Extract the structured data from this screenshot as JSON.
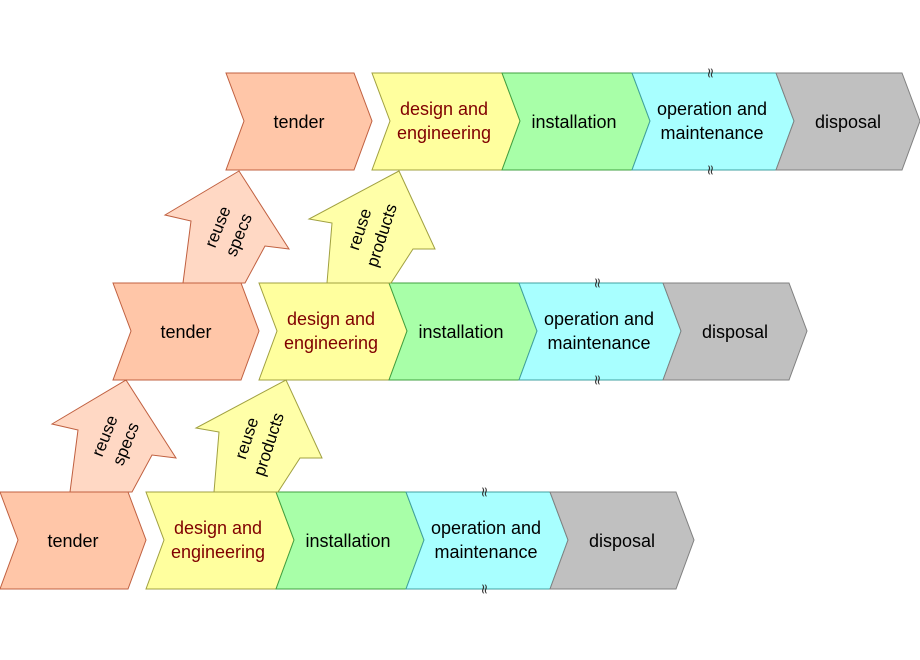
{
  "labels": {
    "tender": "tender",
    "design_line1": "design and",
    "design_line2": "engineering",
    "installation": "installation",
    "operation_line1": "operation and",
    "operation_line2": "maintenance",
    "disposal": "disposal",
    "reuse": "reuse",
    "specs": "specs",
    "products": "products",
    "break_mark": "≈"
  },
  "colors": {
    "tender": "#FFC6A8",
    "design": "#FFFF9E",
    "installation": "#A8FFA8",
    "operation": "#A8FFFF",
    "disposal": "#C0C0C0",
    "reuse_specs": "#FFD8C4",
    "reuse_products": "#FFFFA8",
    "design_text": "#800000",
    "text": "#000000"
  },
  "rows": [
    {
      "id": "top"
    },
    {
      "id": "middle"
    },
    {
      "id": "bottom"
    }
  ]
}
